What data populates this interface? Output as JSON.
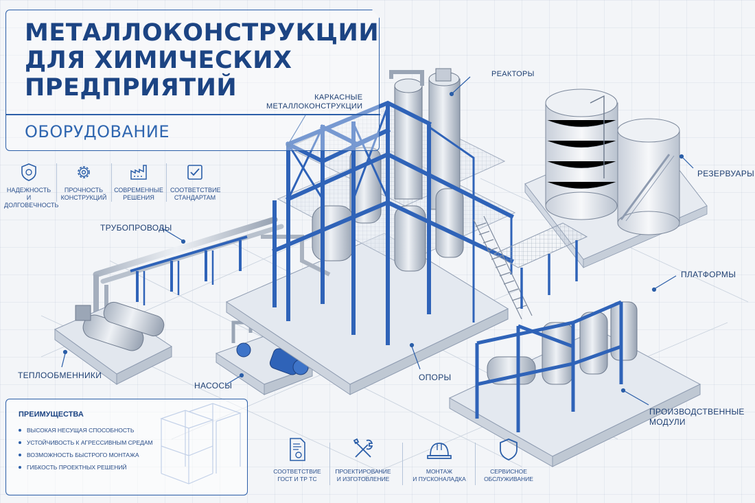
{
  "title": {
    "lines": [
      "МЕТАЛЛОКОНСТРУКЦИИ",
      "ДЛЯ ХИМИЧЕСКИХ",
      "ПРЕДПРИЯТИЙ"
    ],
    "subtitle": "ОБОРУДОВАНИЕ"
  },
  "features": [
    {
      "icon": "shield-icon",
      "lines": [
        "НАДЕЖНОСТЬ",
        "И ДОЛГОВЕЧНОСТЬ"
      ]
    },
    {
      "icon": "gear-icon",
      "lines": [
        "ПРОЧНОСТЬ",
        "КОНСТРУКЦИЙ"
      ]
    },
    {
      "icon": "factory-icon",
      "lines": [
        "СОВРЕМЕННЫЕ",
        "РЕШЕНИЯ"
      ]
    },
    {
      "icon": "checkbox-icon",
      "lines": [
        "СООТВЕТСТВИЕ",
        "СТАНДАРТАМ"
      ]
    }
  ],
  "callouts": {
    "frame": [
      "КАРКАСНЫЕ",
      "МЕТАЛЛОКОНСТРУКЦИИ"
    ],
    "reactors": "РЕАКТОРЫ",
    "tanks": "РЕЗЕРВУАРЫ",
    "pipelines": "ТРУБОПРОВОДЫ",
    "platforms": "ПЛАТФОРМЫ",
    "heat_exchangers": "ТЕПЛООБМЕННИКИ",
    "pumps": "НАСОСЫ",
    "supports": "ОПОРЫ",
    "modules": [
      "ПРОИЗВОДСТВЕННЫЕ",
      "МОДУЛИ"
    ]
  },
  "advantages": {
    "title": "ПРЕИМУЩЕСТВА",
    "items": [
      "ВЫСОКАЯ НЕСУЩАЯ СПОСОБНОСТЬ",
      "УСТОЙЧИВОСТЬ К АГРЕССИВНЫМ СРЕДАМ",
      "ВОЗМОЖНОСТЬ БЫСТРОГО МОНТАЖА",
      "ГИБКОСТЬ ПРОЕКТНЫХ РЕШЕНИЙ"
    ]
  },
  "services": [
    {
      "icon": "certificate-icon",
      "lines": [
        "СООТВЕТСТВИЕ",
        "ГОСТ И ТР ТС"
      ]
    },
    {
      "icon": "wrench-screwdriver-icon",
      "lines": [
        "ПРОЕКТИРОВАНИЕ",
        "И ИЗГОТОВЛЕНИЕ"
      ]
    },
    {
      "icon": "hard-hat-icon",
      "lines": [
        "МОНТАЖ",
        "И ПУСКОНАЛАДКА"
      ]
    },
    {
      "icon": "shield-icon",
      "lines": [
        "СЕРВИСНОЕ",
        "ОБСЛУЖИВАНИЕ"
      ]
    }
  ],
  "colors": {
    "accent": "#2b5ea8",
    "steel_blue": "#2f63b8",
    "title": "#1c4483",
    "background": "#f3f5f8",
    "metal": "#c9d1dc"
  }
}
